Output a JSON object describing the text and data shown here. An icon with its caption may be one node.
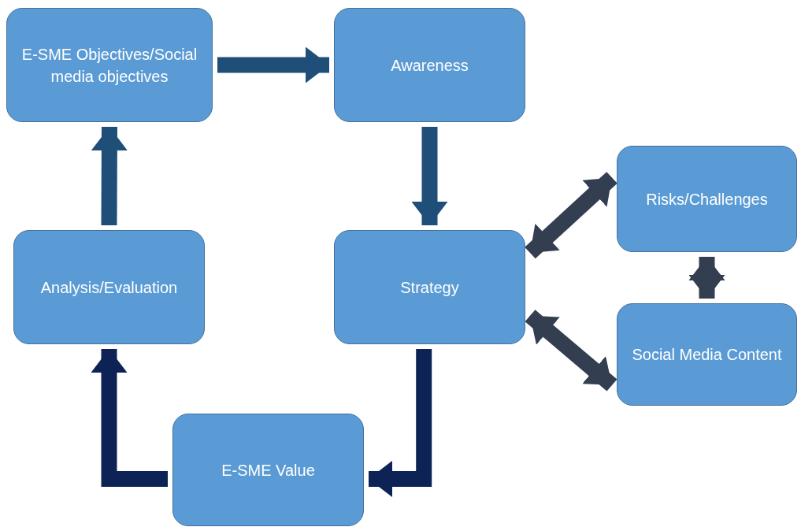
{
  "diagram": {
    "nodes": [
      {
        "text": [
          "E-SME Objectives/Social media objectives"
        ]
      },
      {
        "text": [
          "Awareness"
        ]
      },
      {
        "text": [
          "Strategy"
        ]
      },
      {
        "text": [
          "Risks/Challenges"
        ]
      },
      {
        "text": [
          "Social Media Content"
        ]
      },
      {
        "text": [
          "E-SME Value"
        ]
      },
      {
        "text": [
          "Analysis/Evaluation"
        ]
      }
    ],
    "edges": [
      {
        "from": 0,
        "to": 1,
        "arrow": "to"
      },
      {
        "from": 1,
        "to": 2,
        "arrow": "to"
      },
      {
        "from": 2,
        "to": 3,
        "arrow": "both",
        "color": "#333f50"
      },
      {
        "from": 3,
        "to": 4,
        "arrow": "both",
        "color": "#333f50"
      },
      {
        "from": 2,
        "to": 4,
        "arrow": "both",
        "color": "#333f50"
      },
      {
        "from": 2,
        "to": 5,
        "arrow": "to",
        "color": "#0d2356"
      },
      {
        "from": 5,
        "to": 6,
        "arrow": "to",
        "color": "#0d2356"
      },
      {
        "from": 6,
        "to": 0,
        "arrow": "to"
      }
    ]
  }
}
